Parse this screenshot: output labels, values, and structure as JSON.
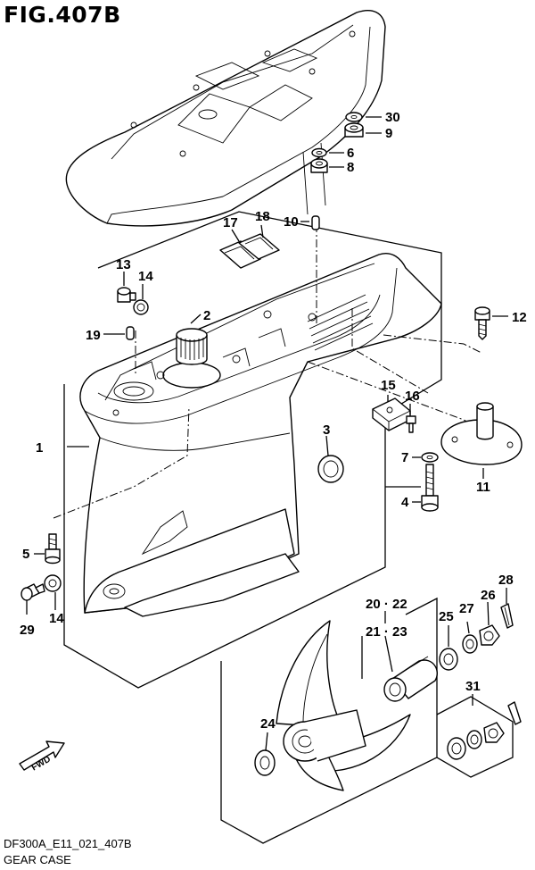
{
  "title": "FIG.407B",
  "footer": {
    "code": "DF300A_E11_021_407B",
    "name": "GEAR CASE"
  },
  "fwd_badge": "FWD",
  "labels": {
    "l1": "1",
    "l2": "2",
    "l3": "3",
    "l4": "4",
    "l5": "5",
    "l6": "6",
    "l7": "7",
    "l8": "8",
    "l9": "9",
    "l10": "10",
    "l11": "11",
    "l12": "12",
    "l13": "13",
    "l14a": "14",
    "l14b": "14",
    "l15": "15",
    "l16": "16",
    "l17": "17",
    "l18": "18",
    "l19": "19",
    "l20_22": "20 · 22",
    "l21_23": "21 · 23",
    "l24": "24",
    "l25": "25",
    "l26": "26",
    "l27": "27",
    "l28": "28",
    "l29": "29",
    "l30": "30",
    "l31": "31"
  }
}
